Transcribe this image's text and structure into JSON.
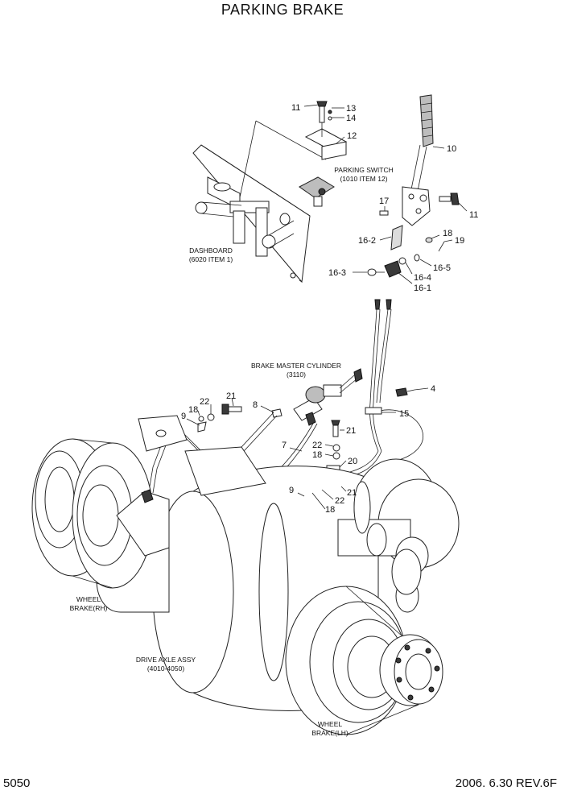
{
  "title": "PARKING BRAKE",
  "footer": {
    "page_number": "5050",
    "revision": "2006. 6.30 REV.6F"
  },
  "callouts": {
    "c11a": "11",
    "c13": "13",
    "c14": "14",
    "c12": "12",
    "c10": "10",
    "c17": "17",
    "c11b": "11",
    "c18a": "18",
    "c19": "19",
    "c16_2": "16-2",
    "c16_5": "16-5",
    "c16_3": "16-3",
    "c16_4": "16-4",
    "c16_1": "16-1",
    "c4": "4",
    "c15": "15",
    "c21a": "21",
    "c22a": "22",
    "c18b": "18",
    "c9a": "9",
    "c8": "8",
    "c7": "7",
    "c21b": "21",
    "c22b": "22",
    "c18c": "18",
    "c20": "20",
    "c9b": "9",
    "c21c": "21",
    "c22c": "22",
    "c18d": "18"
  },
  "part_labels": {
    "parking_switch": [
      "PARKING SWITCH",
      "(1010 ITEM 12)"
    ],
    "dashboard": [
      "DASHBOARD",
      "(6020 ITEM 1)"
    ],
    "brake_master_cylinder": [
      "BRAKE MASTER CYLINDER",
      "(3110)"
    ],
    "wheel_brake_rh": [
      "WHEEL",
      "BRAKE(RH)"
    ],
    "drive_axle_assy": [
      "DRIVE AXLE ASSY",
      "(4010-4050)"
    ],
    "wheel_brake_lh": [
      "WHEEL",
      "BRAKE(LH)"
    ]
  }
}
